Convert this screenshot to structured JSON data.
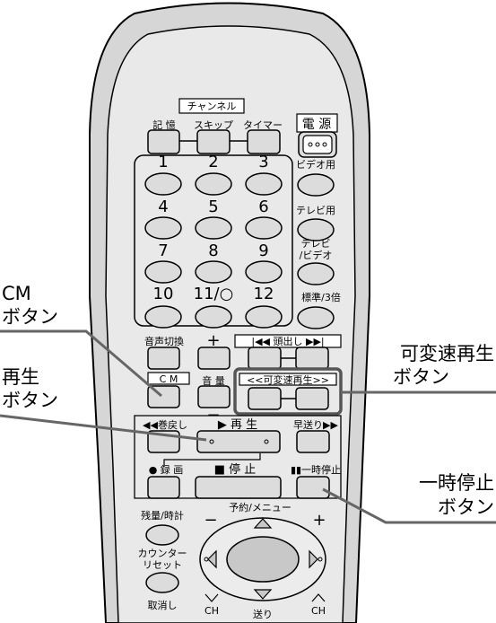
{
  "remote": {
    "channel_header": "チャンネル",
    "memory": "記 憶",
    "skip": "スキップ",
    "timer": "タイマー",
    "power": "電 源",
    "number_keys": [
      "1",
      "2",
      "3",
      "4",
      "5",
      "6",
      "7",
      "8",
      "9",
      "10",
      "11/○",
      "12"
    ],
    "video_use": "ビデオ用",
    "tv_use": "テレビ用",
    "tv_video_line1": "テレビ",
    "tv_video_line2": "/ビデオ",
    "standard_3x": "標準/3倍",
    "audio_switch": "音声切換",
    "plus": "+",
    "minus": "−",
    "cue": "|◀◀ 頭出し ▶▶|",
    "cm": "C M",
    "volume": "音 量",
    "variable_speed": "<<可変速再生>>",
    "rewind": "◀◀巻戻し",
    "play": "▶ 再 生",
    "ff": "早送り▶▶",
    "record": "● 録 画",
    "stop": "■ 停 止",
    "pause": "▮▮一時停止",
    "remaining_clock": "残量/時計",
    "counter_reset_line1": "カウンター",
    "counter_reset_line2": "リセット",
    "cancel": "取消し",
    "reserve_menu": "予約/メニュー",
    "ch_down": "CH",
    "ch_up": "CH",
    "send": "送り"
  },
  "callouts": {
    "cm_line1": "CM",
    "cm_line2": "ボタン",
    "play_line1": "再生",
    "play_line2": "ボタン",
    "variable_line1": "可変速再生",
    "variable_line2": "ボタン",
    "pause_line1": "一時停止",
    "pause_line2": "ボタン"
  },
  "colors": {
    "body_outer": "#d6d6d6",
    "body_inner": "#e8e8e8",
    "button_fill": "#dcdcdc",
    "stroke": "#000000"
  }
}
